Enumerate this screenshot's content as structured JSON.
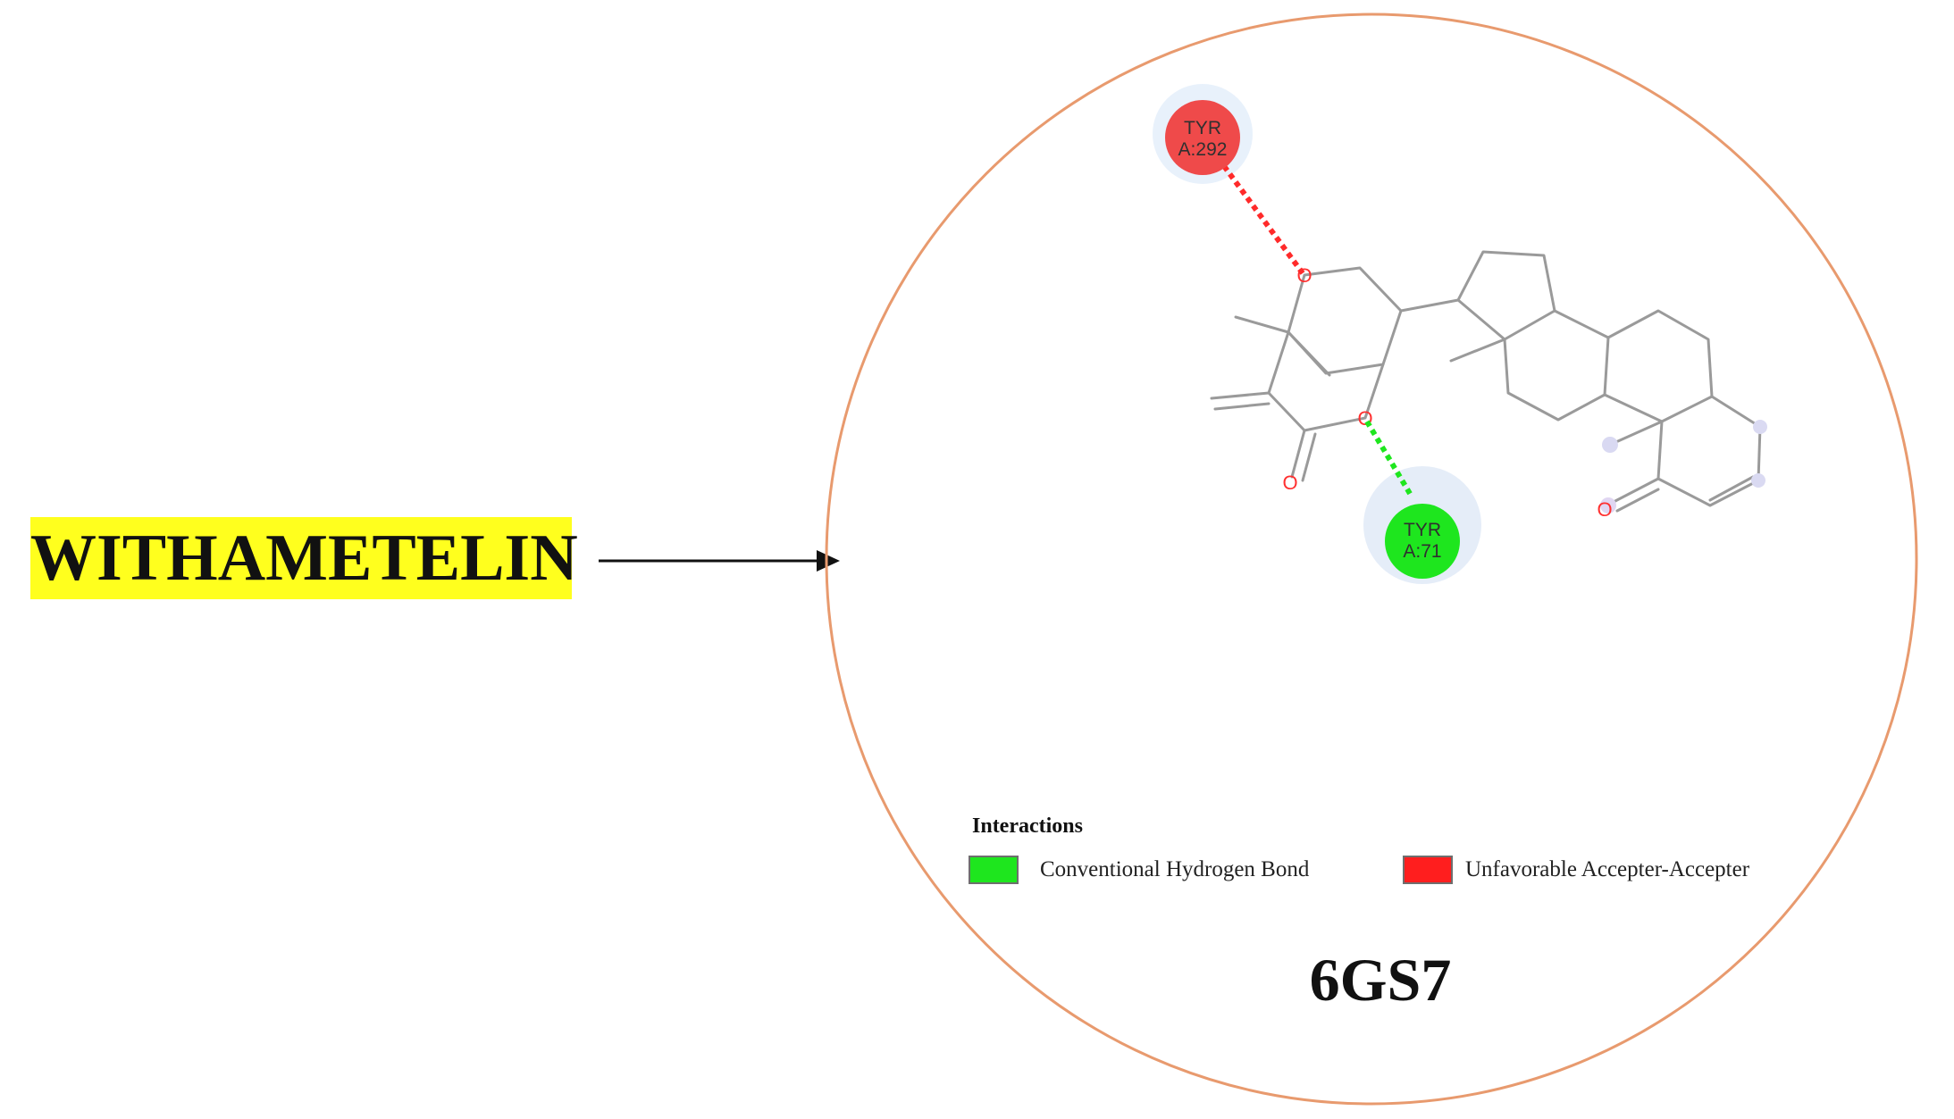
{
  "compound": {
    "name": "WITHAMETELIN"
  },
  "protein": {
    "id": "6GS7"
  },
  "residues": [
    {
      "line1": "TYR",
      "line2": "A:292",
      "interaction": "Unfavorable Accepter-Accepter"
    },
    {
      "line1": "TYR",
      "line2": "A:71",
      "interaction": "Conventional Hydrogen Bond"
    }
  ],
  "atoms": {
    "oxygen": "O"
  },
  "legend": {
    "title": "Interactions",
    "items": [
      {
        "label": "Conventional Hydrogen Bond",
        "color": "#1ee61e"
      },
      {
        "label": "Unfavorable Accepter-Accepter",
        "color": "#ff1e1e"
      }
    ]
  },
  "colors": {
    "highlight": "#ffff1e",
    "circle": "#e89a6e",
    "bond": "#9a9a9a",
    "hbond": "#1ee61e",
    "unfavorable": "#ff2a2a",
    "oxygen": "#ff3030"
  }
}
